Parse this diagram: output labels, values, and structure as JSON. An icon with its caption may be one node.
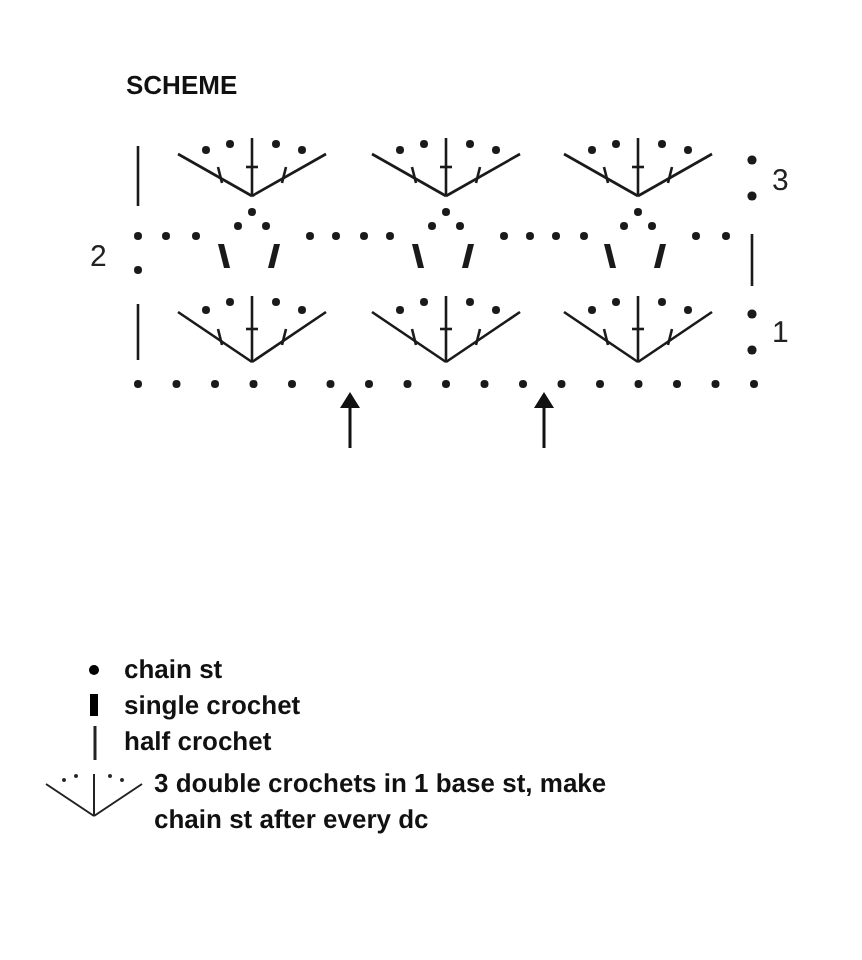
{
  "diagram": {
    "title": "SCHEME",
    "labels": [
      "3",
      "2",
      "1"
    ],
    "legend": [
      {
        "text": "chain st"
      },
      {
        "text": "single crochet"
      },
      {
        "text": "half crochet"
      },
      {
        "text": "3 double crochets in 1 base st, make chain st after every dc"
      }
    ]
  }
}
